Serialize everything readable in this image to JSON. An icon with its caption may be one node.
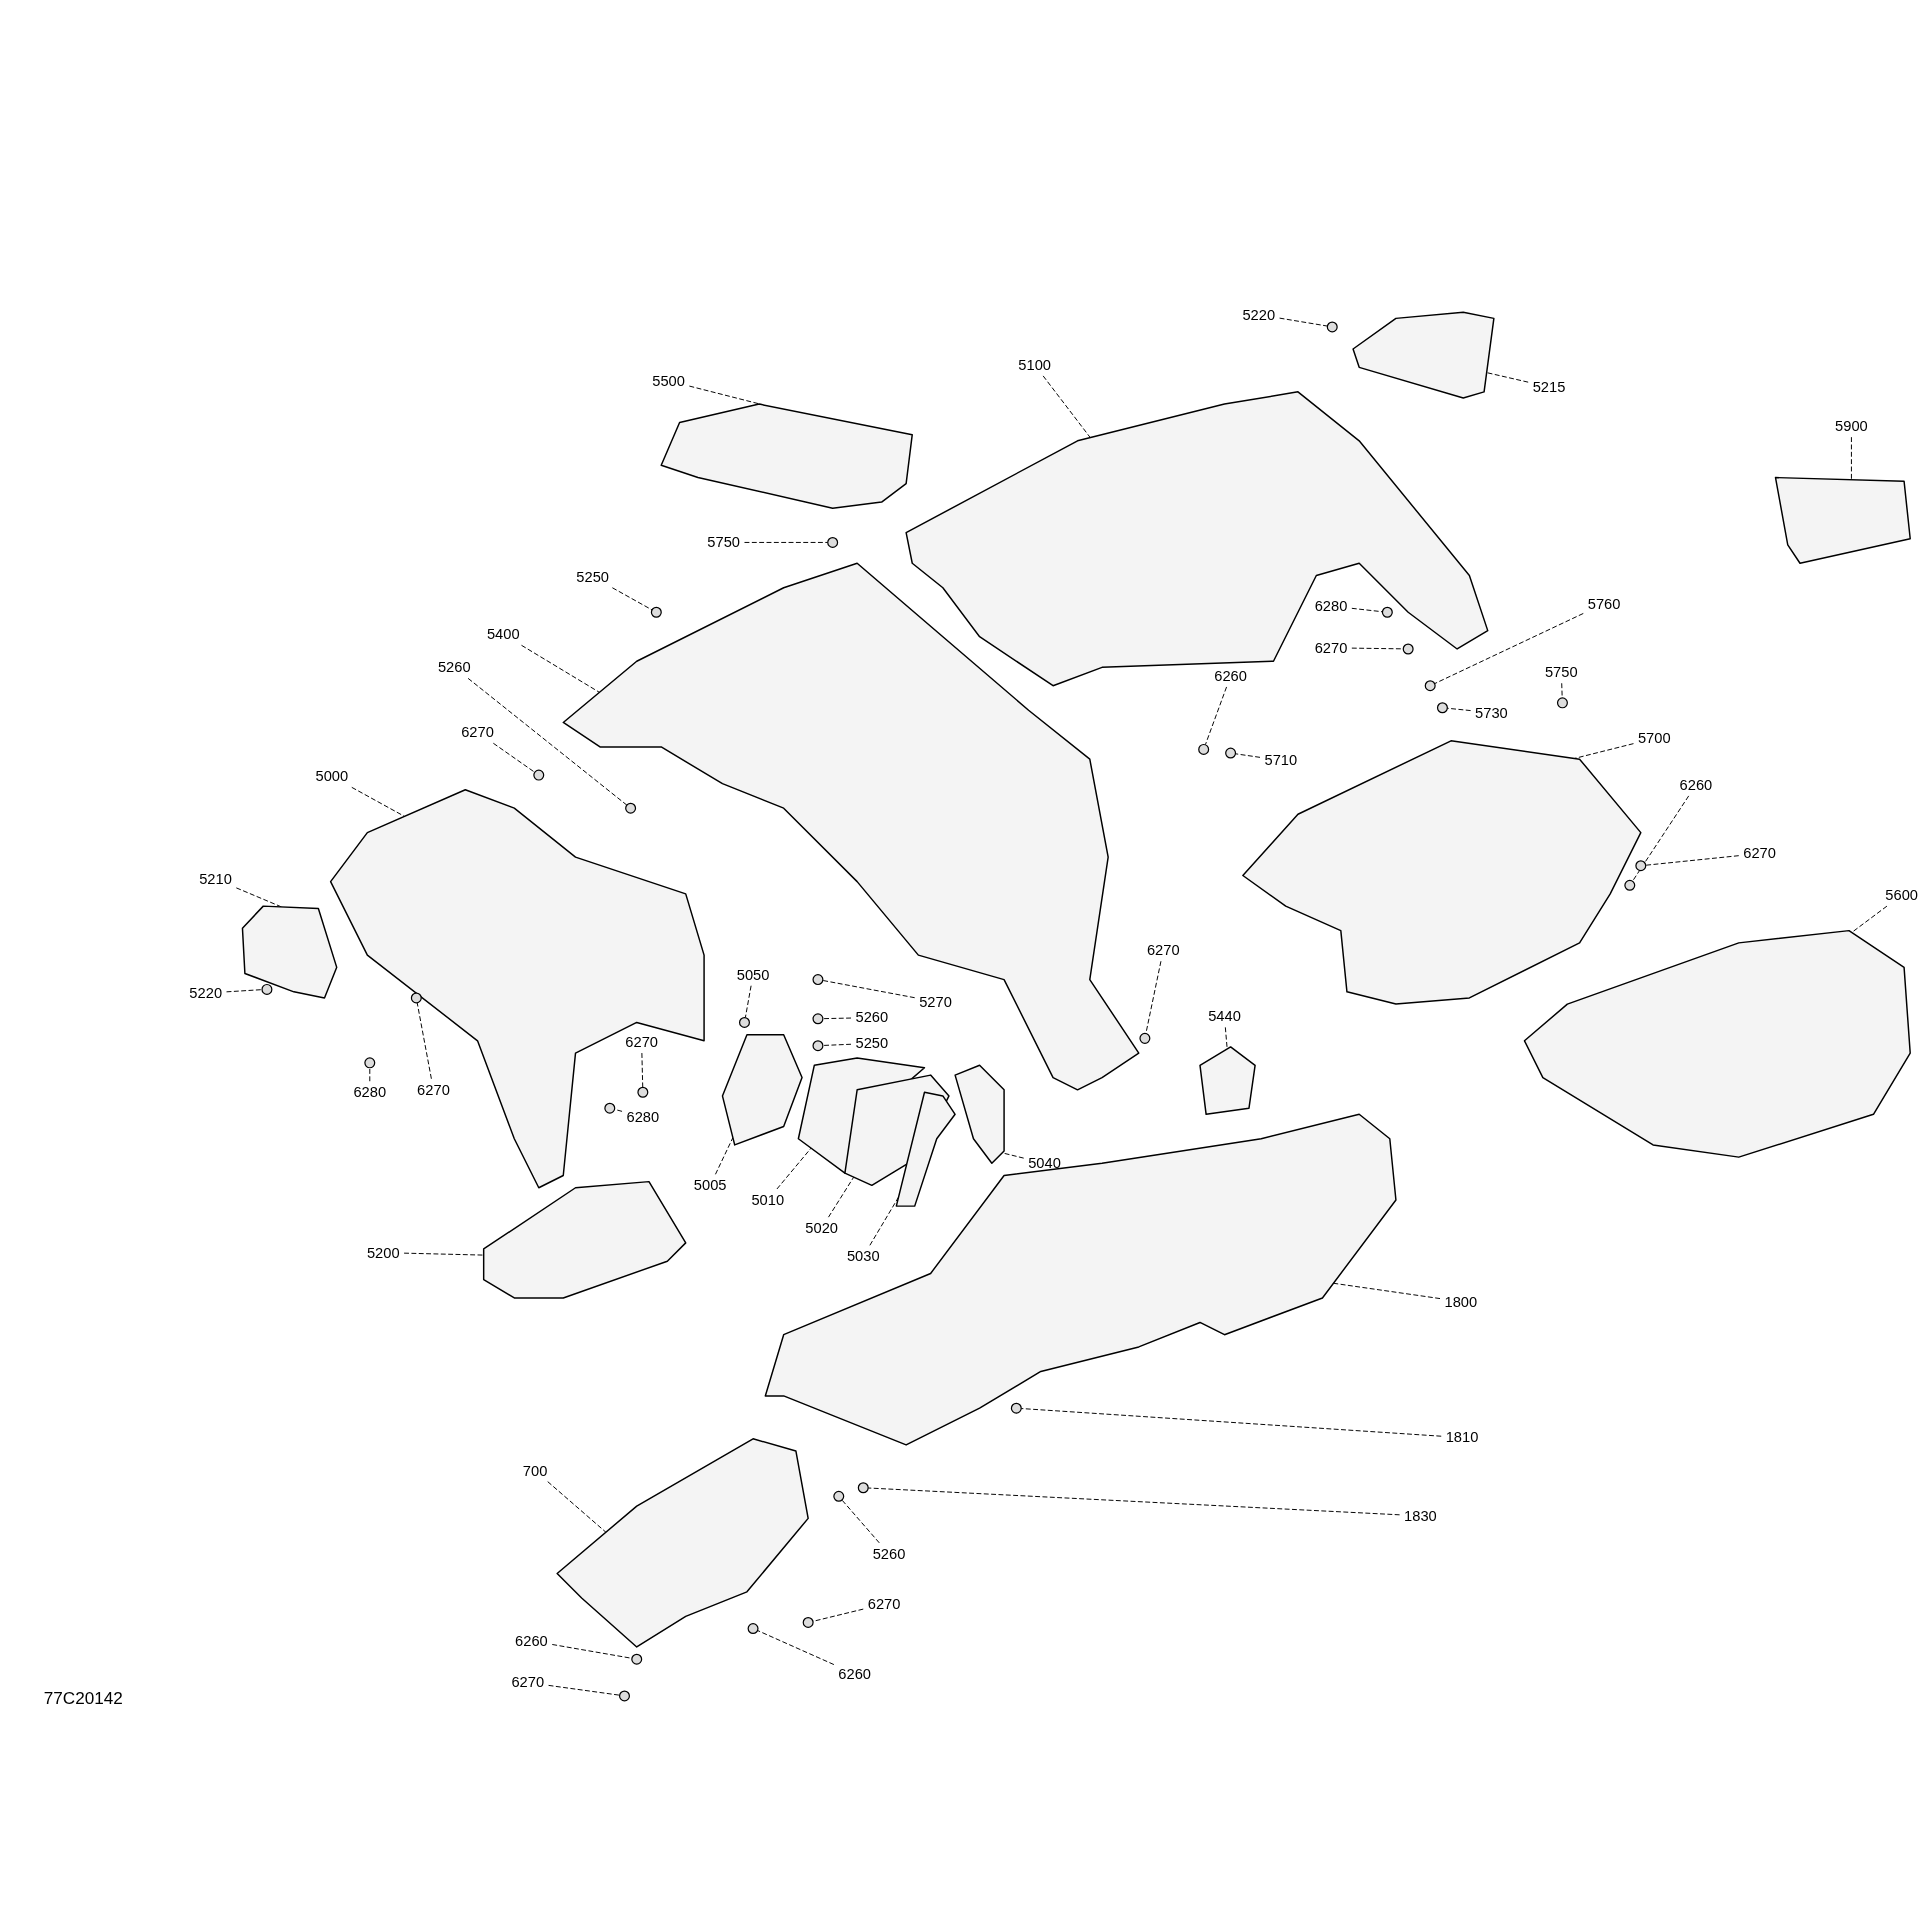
{
  "diagram": {
    "nodes": [
      {
        "text": [
          "5220"
        ]
      },
      {
        "text": [
          "5215"
        ]
      },
      {
        "text": [
          "5100"
        ]
      },
      {
        "text": [
          "5500"
        ]
      },
      {
        "text": [
          "5900"
        ]
      },
      {
        "text": [
          "5750"
        ]
      },
      {
        "text": [
          "5250"
        ]
      },
      {
        "text": [
          "6280"
        ]
      },
      {
        "text": [
          "6270"
        ]
      },
      {
        "text": [
          "5760"
        ]
      },
      {
        "text": [
          "5400"
        ]
      },
      {
        "text": [
          "5260"
        ]
      },
      {
        "text": [
          "6260"
        ]
      },
      {
        "text": [
          "5750"
        ]
      },
      {
        "text": [
          "5730"
        ]
      },
      {
        "text": [
          "5700"
        ]
      },
      {
        "text": [
          "6270"
        ]
      },
      {
        "text": [
          "5710"
        ]
      },
      {
        "text": [
          "5000"
        ]
      },
      {
        "text": [
          "6260"
        ]
      },
      {
        "text": [
          "6270"
        ]
      },
      {
        "text": [
          "5210"
        ]
      },
      {
        "text": [
          "5600"
        ]
      },
      {
        "text": [
          "6270"
        ]
      },
      {
        "text": [
          "5050"
        ]
      },
      {
        "text": [
          "5220"
        ]
      },
      {
        "text": [
          "5270"
        ]
      },
      {
        "text": [
          "5260"
        ]
      },
      {
        "text": [
          "5250"
        ]
      },
      {
        "text": [
          "5440"
        ]
      },
      {
        "text": [
          "6270"
        ]
      },
      {
        "text": [
          "6280"
        ]
      },
      {
        "text": [
          "6270"
        ]
      },
      {
        "text": [
          "6280"
        ]
      },
      {
        "text": [
          "5040"
        ]
      },
      {
        "text": [
          "5005"
        ]
      },
      {
        "text": [
          "5010"
        ]
      },
      {
        "text": [
          "5020"
        ]
      },
      {
        "text": [
          "5030"
        ]
      },
      {
        "text": [
          "5200"
        ]
      },
      {
        "text": [
          "1800"
        ]
      },
      {
        "text": [
          "1810"
        ]
      },
      {
        "text": [
          "700"
        ]
      },
      {
        "text": [
          "1830"
        ]
      },
      {
        "text": [
          "5260"
        ]
      },
      {
        "text": [
          "6270"
        ]
      },
      {
        "text": [
          "6260"
        ]
      },
      {
        "text": [
          "6260"
        ]
      },
      {
        "text": [
          "6270"
        ]
      },
      {
        "text": [],
        "shape": "picture"
      },
      {
        "text": [],
        "shape": "picture"
      },
      {
        "text": [],
        "shape": "picture"
      },
      {
        "text": [],
        "shape": "picture"
      },
      {
        "text": [],
        "shape": "picture"
      },
      {
        "text": [],
        "shape": "picture"
      },
      {
        "text": [],
        "shape": "picture"
      },
      {
        "text": [],
        "shape": "picture"
      },
      {
        "text": [],
        "shape": "picture"
      },
      {
        "text": [],
        "shape": "picture"
      },
      {
        "text": [],
        "shape": "picture"
      },
      {
        "text": [],
        "shape": "picture"
      },
      {
        "text": [],
        "shape": "picture"
      },
      {
        "text": [],
        "shape": "picture"
      },
      {
        "text": [],
        "shape": "picture"
      },
      {
        "text": [],
        "shape": "picture"
      },
      {
        "text": [],
        "shape": "picture"
      },
      {
        "text": [],
        "shape": "picture"
      },
      {
        "text": [],
        "shape": "circle"
      },
      {
        "text": [],
        "shape": "circle"
      },
      {
        "text": [],
        "shape": "circle"
      },
      {
        "text": [],
        "shape": "circle"
      },
      {
        "text": [],
        "shape": "circle"
      },
      {
        "text": [],
        "shape": "circle"
      },
      {
        "text": [],
        "shape": "circle"
      },
      {
        "text": [],
        "shape": "circle"
      },
      {
        "text": [],
        "shape": "circle"
      },
      {
        "text": [],
        "shape": "circle"
      },
      {
        "text": [],
        "shape": "circle"
      },
      {
        "text": [],
        "shape": "circle"
      },
      {
        "text": [],
        "shape": "circle"
      },
      {
        "text": [],
        "shape": "circle"
      },
      {
        "text": [],
        "shape": "circle"
      },
      {
        "text": [],
        "shape": "circle"
      },
      {
        "text": [],
        "shape": "circle"
      },
      {
        "text": [],
        "shape": "circle"
      },
      {
        "text": [],
        "shape": "circle"
      },
      {
        "text": [],
        "shape": "circle"
      },
      {
        "text": [],
        "shape": "circle"
      },
      {
        "text": [],
        "shape": "circle"
      },
      {
        "text": [],
        "shape": "circle"
      },
      {
        "text": [],
        "shape": "circle"
      },
      {
        "text": [],
        "shape": "circle"
      },
      {
        "text": [],
        "shape": "circle"
      },
      {
        "text": [],
        "shape": "circle"
      },
      {
        "text": [],
        "shape": "circle"
      },
      {
        "text": [],
        "shape": "circle"
      },
      {
        "text": [],
        "shape": "circle"
      },
      {
        "text": [],
        "shape": "circle"
      }
    ],
    "edges": [
      {
        "from": 0,
        "to": 67,
        "arrow": "none"
      },
      {
        "from": 1,
        "to": 51,
        "arrow": "none"
      },
      {
        "from": 2,
        "to": 50,
        "arrow": "none"
      },
      {
        "from": 3,
        "to": 49,
        "arrow": "none"
      },
      {
        "from": 4,
        "to": 52,
        "arrow": "none"
      },
      {
        "from": 5,
        "to": 68,
        "arrow": "none"
      },
      {
        "from": 6,
        "to": 69,
        "arrow": "none"
      },
      {
        "from": 7,
        "to": 70,
        "arrow": "none"
      },
      {
        "from": 8,
        "to": 71,
        "arrow": "none"
      },
      {
        "from": 9,
        "to": 72,
        "arrow": "none"
      },
      {
        "from": 10,
        "to": 53,
        "arrow": "none"
      },
      {
        "from": 11,
        "to": 73,
        "arrow": "none"
      },
      {
        "from": 12,
        "to": 74,
        "arrow": "none"
      },
      {
        "from": 13,
        "to": 75,
        "arrow": "none"
      },
      {
        "from": 14,
        "to": 76,
        "arrow": "none"
      },
      {
        "from": 15,
        "to": 56,
        "arrow": "none"
      },
      {
        "from": 16,
        "to": 77,
        "arrow": "none"
      },
      {
        "from": 17,
        "to": 78,
        "arrow": "none"
      },
      {
        "from": 18,
        "to": 54,
        "arrow": "none"
      },
      {
        "from": 19,
        "to": 79,
        "arrow": "none"
      },
      {
        "from": 20,
        "to": 80,
        "arrow": "none"
      },
      {
        "from": 21,
        "to": 55,
        "arrow": "none"
      },
      {
        "from": 22,
        "to": 57,
        "arrow": "none"
      },
      {
        "from": 23,
        "to": 81,
        "arrow": "none"
      },
      {
        "from": 24,
        "to": 82,
        "arrow": "none"
      },
      {
        "from": 25,
        "to": 83,
        "arrow": "none"
      },
      {
        "from": 26,
        "to": 84,
        "arrow": "none"
      },
      {
        "from": 27,
        "to": 85,
        "arrow": "none"
      },
      {
        "from": 28,
        "to": 86,
        "arrow": "none"
      },
      {
        "from": 29,
        "to": 66,
        "arrow": "none"
      },
      {
        "from": 30,
        "to": 87,
        "arrow": "none"
      },
      {
        "from": 31,
        "to": 88,
        "arrow": "none"
      },
      {
        "from": 32,
        "to": 89,
        "arrow": "none"
      },
      {
        "from": 33,
        "to": 90,
        "arrow": "none"
      },
      {
        "from": 34,
        "to": 65,
        "arrow": "none"
      },
      {
        "from": 35,
        "to": 61,
        "arrow": "none"
      },
      {
        "from": 36,
        "to": 62,
        "arrow": "none"
      },
      {
        "from": 37,
        "to": 63,
        "arrow": "none"
      },
      {
        "from": 38,
        "to": 64,
        "arrow": "none"
      },
      {
        "from": 39,
        "to": 60,
        "arrow": "none"
      },
      {
        "from": 40,
        "to": 58,
        "arrow": "none"
      },
      {
        "from": 41,
        "to": 91,
        "arrow": "none"
      },
      {
        "from": 42,
        "to": 59,
        "arrow": "none"
      },
      {
        "from": 43,
        "to": 92,
        "arrow": "none"
      },
      {
        "from": 44,
        "to": 93,
        "arrow": "none"
      },
      {
        "from": 45,
        "to": 94,
        "arrow": "none"
      },
      {
        "from": 46,
        "to": 95,
        "arrow": "none"
      },
      {
        "from": 47,
        "to": 96,
        "arrow": "none"
      },
      {
        "from": 48,
        "to": 97,
        "arrow": "none"
      }
    ],
    "labels": [
      "77C20142"
    ]
  }
}
